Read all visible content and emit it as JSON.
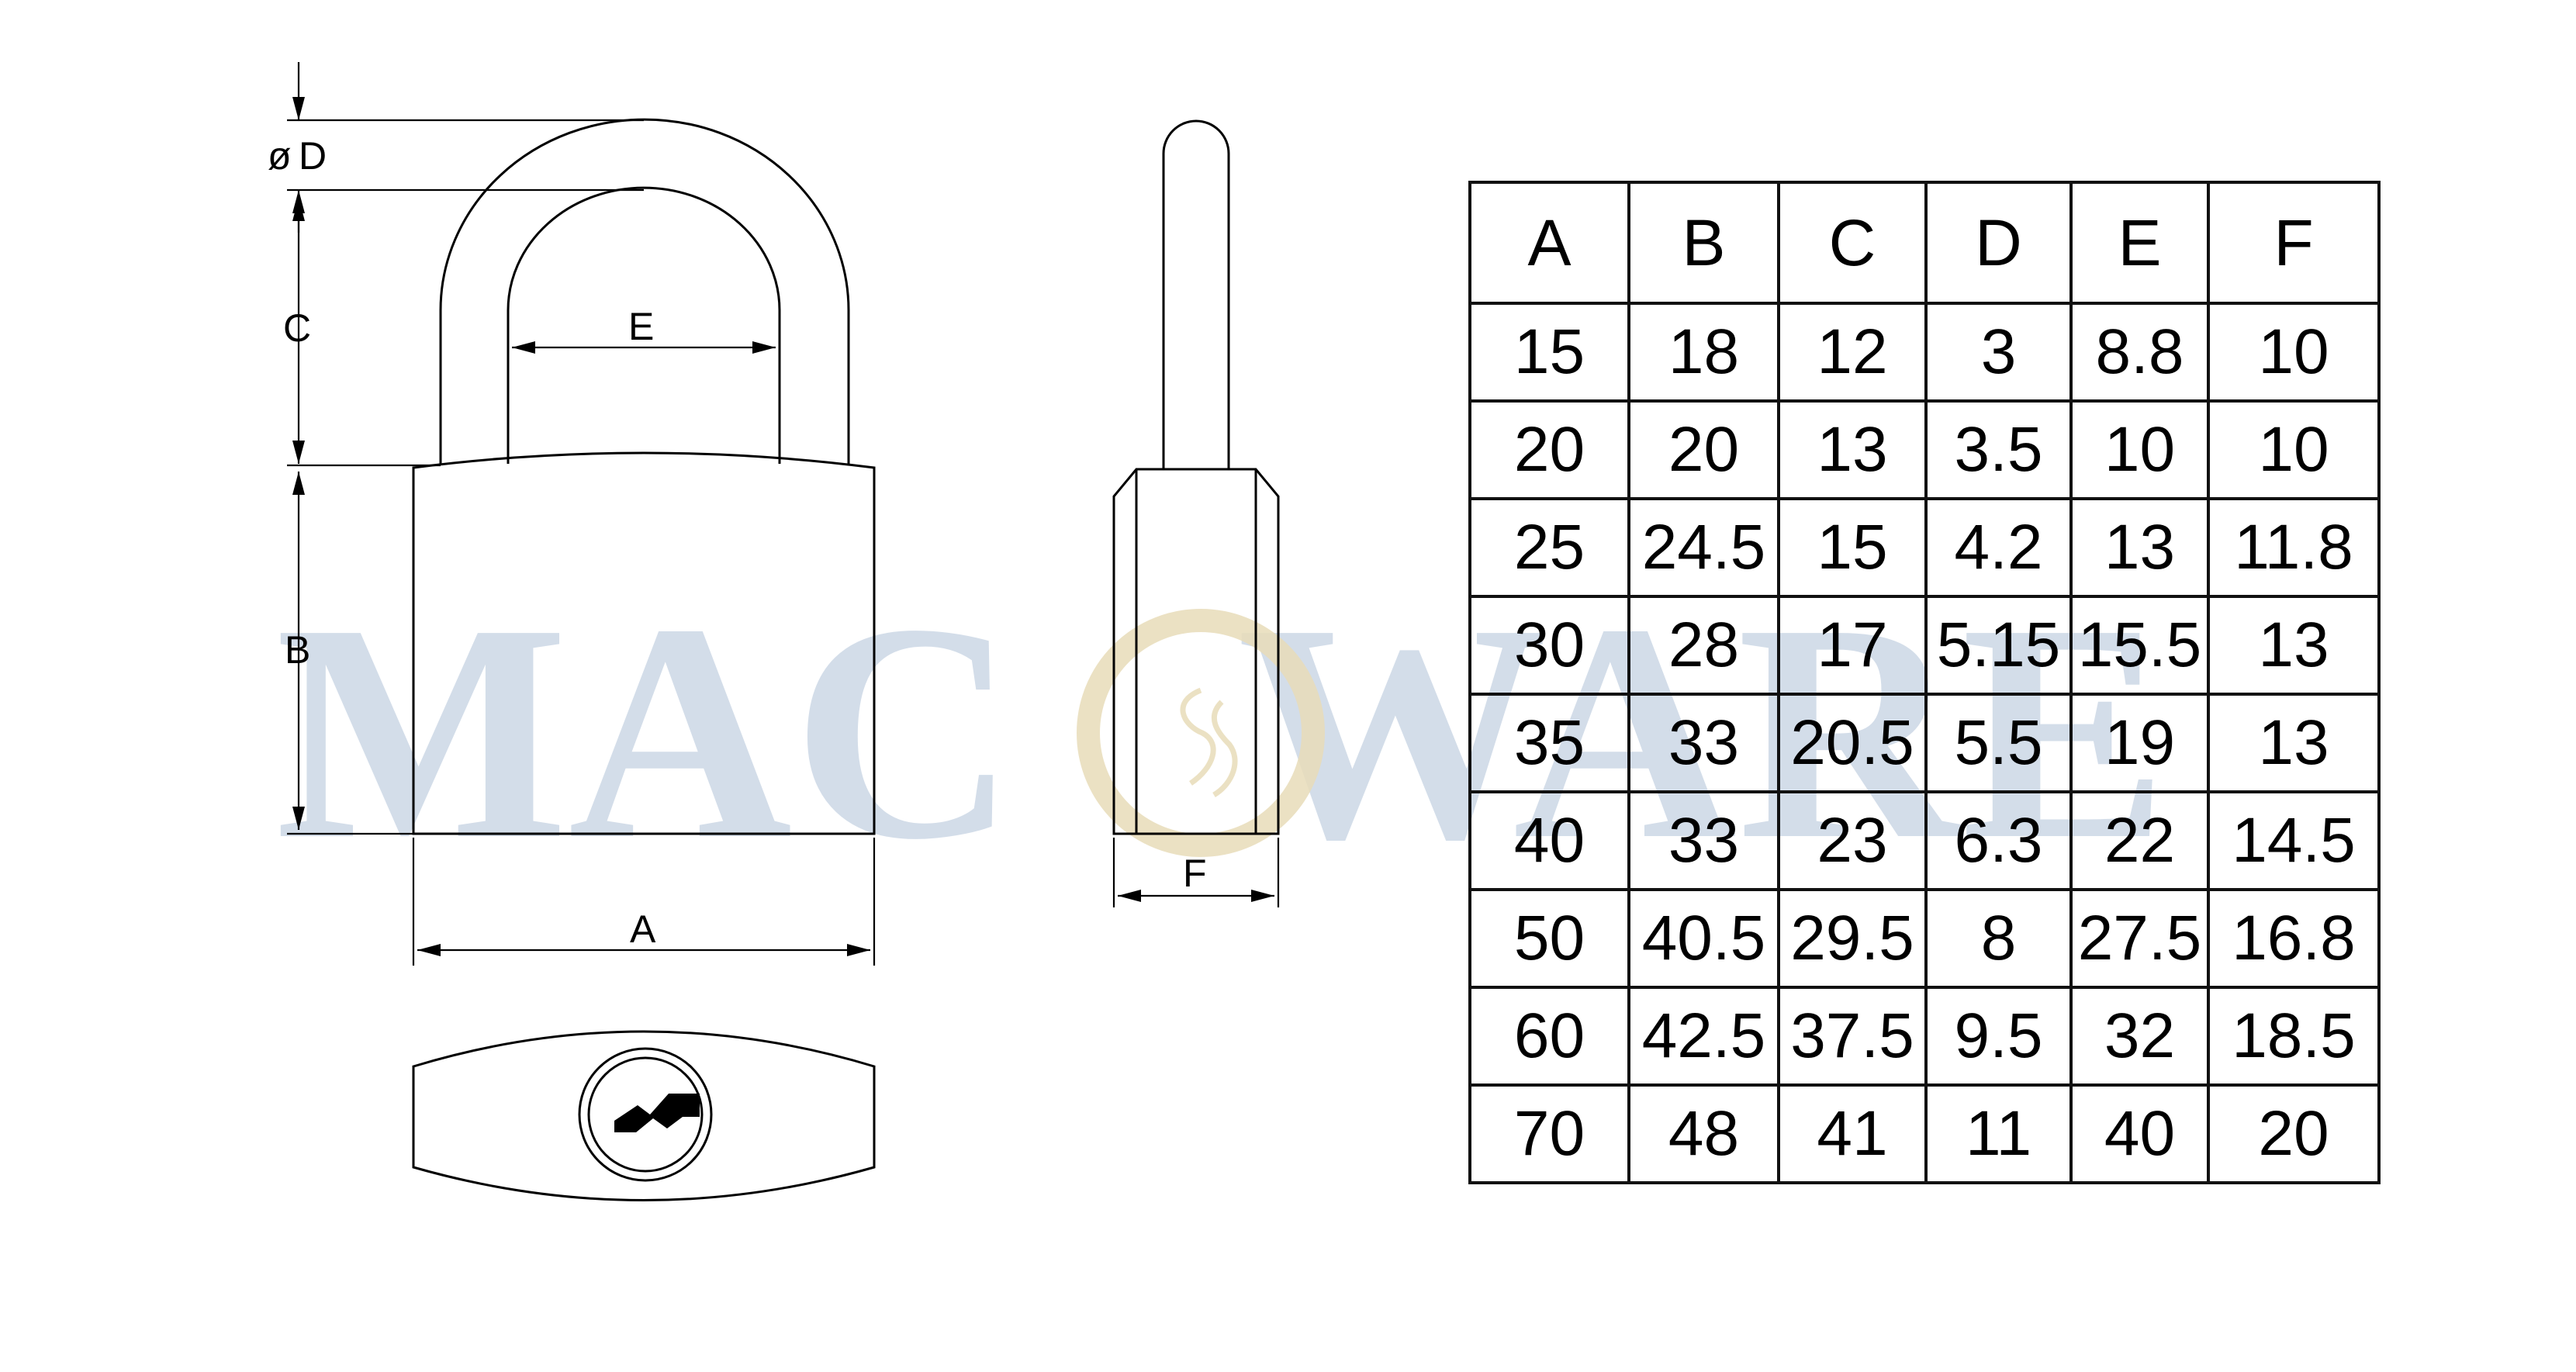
{
  "watermark": {
    "left": "MAC",
    "right": "WARE"
  },
  "dimension_labels": {
    "diameter_symbol": "ø",
    "d": "D",
    "c": "C",
    "e": "E",
    "b": "B",
    "a": "A",
    "f": "F"
  },
  "table": {
    "headers": [
      "A",
      "B",
      "C",
      "D",
      "E",
      "F"
    ],
    "rows": [
      [
        "15",
        "18",
        "12",
        "3",
        "8.8",
        "10"
      ],
      [
        "20",
        "20",
        "13",
        "3.5",
        "10",
        "10"
      ],
      [
        "25",
        "24.5",
        "15",
        "4.2",
        "13",
        "11.8"
      ],
      [
        "30",
        "28",
        "17",
        "5.15",
        "15.5",
        "13"
      ],
      [
        "35",
        "33",
        "20.5",
        "5.5",
        "19",
        "13"
      ],
      [
        "40",
        "33",
        "23",
        "6.3",
        "22",
        "14.5"
      ],
      [
        "50",
        "40.5",
        "29.5",
        "8",
        "27.5",
        "16.8"
      ],
      [
        "60",
        "42.5",
        "37.5",
        "9.5",
        "32",
        "18.5"
      ],
      [
        "70",
        "48",
        "41",
        "11",
        "40",
        "20"
      ]
    ]
  },
  "colors": {
    "watermark_text": "#c4d1e2",
    "watermark_ring": "#e8dcb8",
    "line": "#000000"
  }
}
